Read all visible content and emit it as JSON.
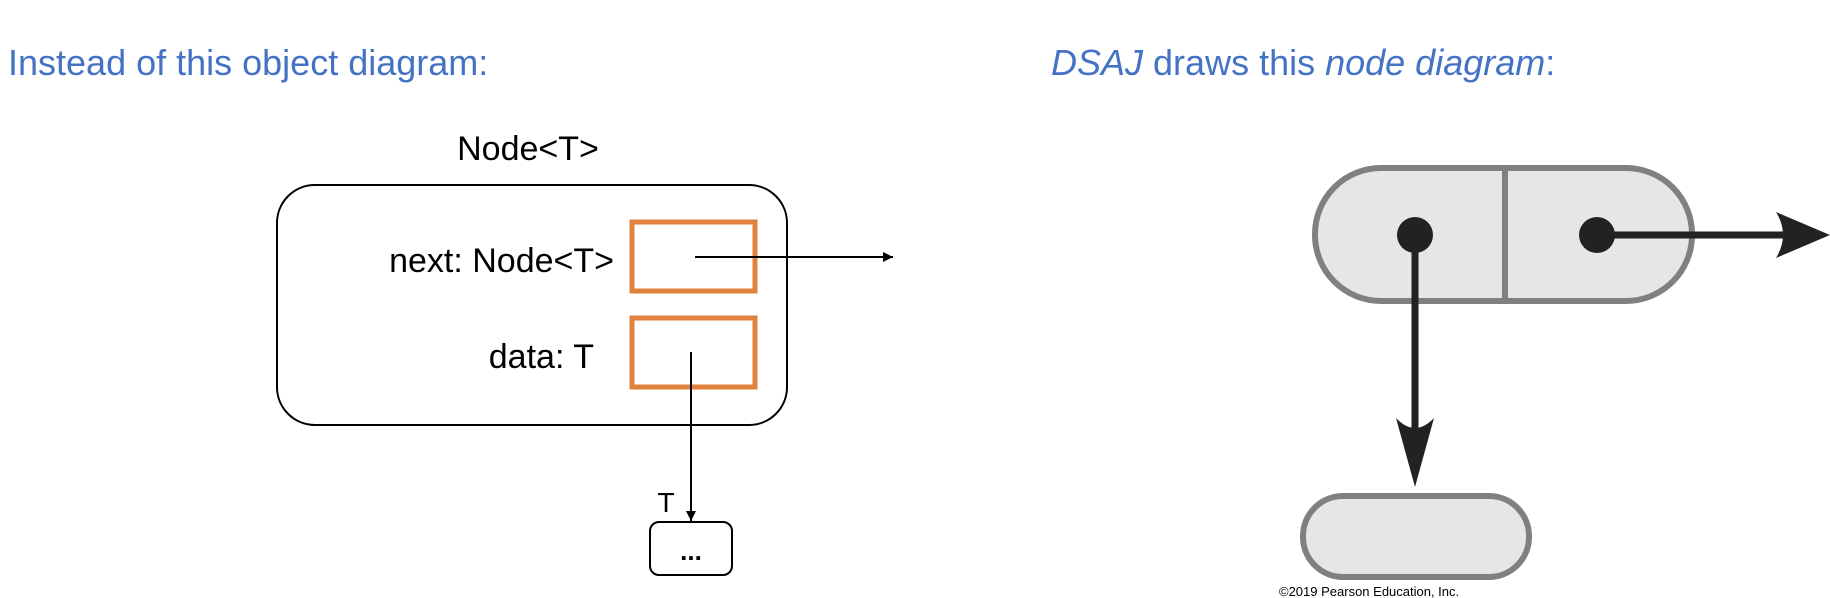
{
  "left": {
    "heading": "Instead of this object diagram:",
    "class_name": "Node<T>",
    "field_next": "next: Node<T>",
    "field_data": "data: T",
    "data_type": "T",
    "target_contents": "..."
  },
  "right": {
    "heading_italic_1": "DSAJ",
    "heading_text_1": " draws this ",
    "heading_italic_2": "node diagram",
    "heading_text_2": ":",
    "copyright": "©2019 Pearson Education, Inc."
  },
  "colors": {
    "heading": "#4472c4",
    "field_box": "#e0823d",
    "node_fill": "#e6e6e6",
    "node_stroke": "#808080",
    "pointer": "#222222"
  }
}
